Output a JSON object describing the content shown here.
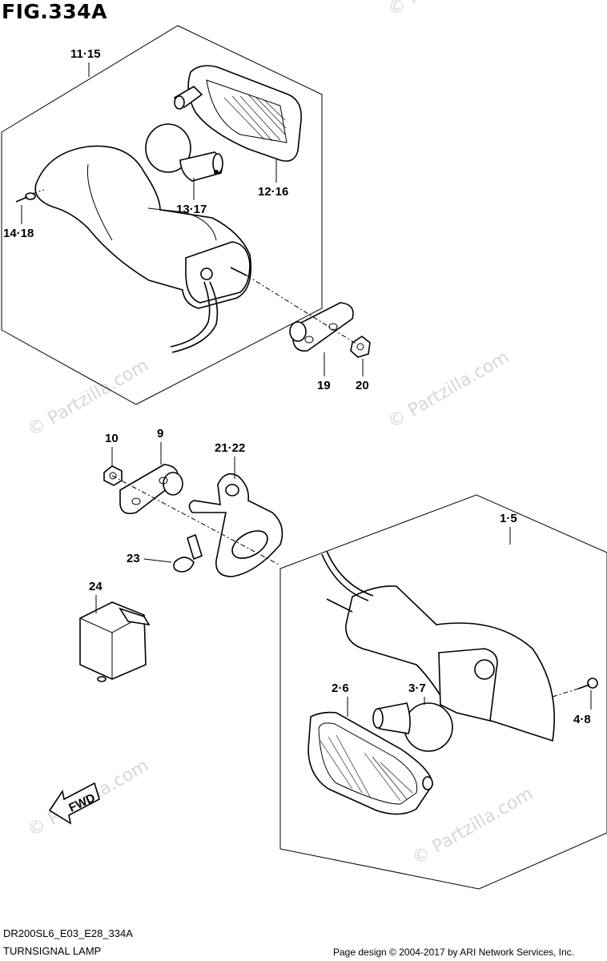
{
  "figure": {
    "title": "FIG.334A"
  },
  "callouts": {
    "c11_15": "11·15",
    "c12_16": "12·16",
    "c13_17": "13·17",
    "c14_18": "14·18",
    "c19": "19",
    "c20": "20",
    "c10": "10",
    "c9": "9",
    "c21_22": "21·22",
    "c23": "23",
    "c24": "24",
    "c1_5": "1·5",
    "c2_6": "2·6",
    "c3_7": "3·7",
    "c4_8": "4·8"
  },
  "fwd_label": "FWD",
  "watermark": "© Partzilla.com",
  "footer": {
    "model_code": "DR200SL6_E03_E28_334A",
    "section_name": "TURNSIGNAL LAMP",
    "credit": "Page design © 2004-2017 by ARI Network Services, Inc."
  }
}
